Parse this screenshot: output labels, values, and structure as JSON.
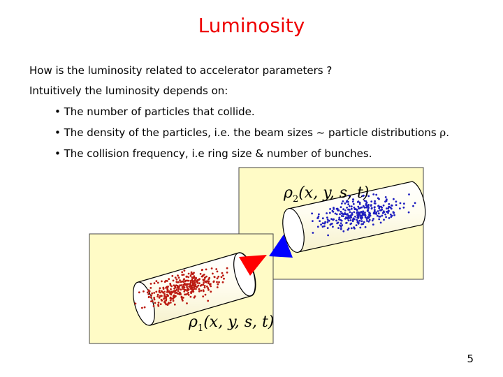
{
  "slide": {
    "title": "Luminosity",
    "question": "How is the luminosity related to accelerator parameters ?",
    "intro": "Intuitively the luminosity depends on:",
    "bullets": [
      {
        "marker": "•",
        "text": "The number of particles that collide."
      },
      {
        "marker": "•",
        "text": "The density of the particles, i.e. the beam sizes ~ particle distributions ",
        "symbol": "ρ",
        "suffix": "."
      },
      {
        "marker": "•",
        "text": "The collision frequency, i.e ring size & number of bunches."
      }
    ],
    "page_number": "5"
  },
  "figure": {
    "beam_top": {
      "rho": "ρ",
      "subscript": "2",
      "args": "(x, y, s, t)",
      "dot_color": "#1f1fbf"
    },
    "beam_bottom": {
      "rho": "ρ",
      "subscript": "1",
      "args": "(x, y, s, t)",
      "dot_color": "#bb1b12"
    },
    "panel_color": "#fffbc6",
    "arrow_colors": {
      "red": "#ff0000",
      "blue": "#0000ff"
    }
  }
}
